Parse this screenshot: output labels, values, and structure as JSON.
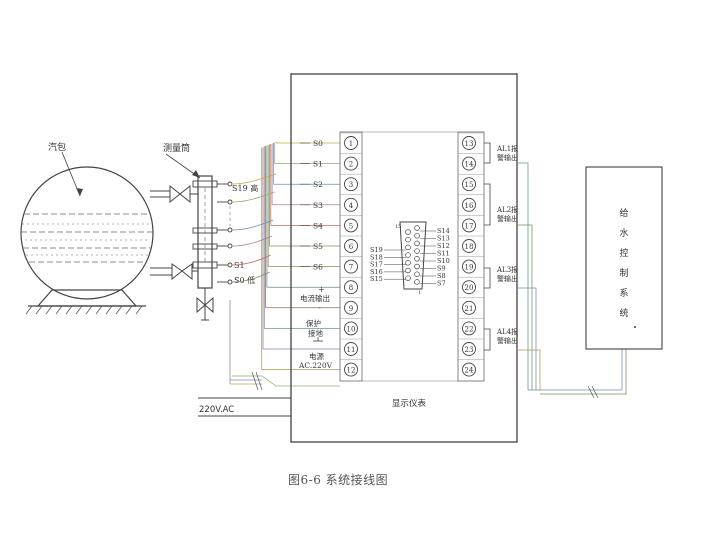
{
  "drum": {
    "label": "汽包"
  },
  "gauge": {
    "label": "测量筒",
    "s19_label": "S19 高",
    "s1_label": "S1",
    "s0_label": "S0 低"
  },
  "instrument": {
    "title": "显示仪表",
    "left_terminals": [
      "1",
      "2",
      "3",
      "4",
      "5",
      "6",
      "7",
      "8",
      "9",
      "10",
      "11",
      "12"
    ],
    "right_terminals": [
      "13",
      "14",
      "15",
      "16",
      "17",
      "18",
      "19",
      "20",
      "21",
      "22",
      "23",
      "24"
    ],
    "signal_labels": [
      "S0",
      "S1",
      "S2",
      "S3",
      "S4",
      "S5",
      "S6"
    ],
    "current_output_label": "电流输出",
    "plus_sign": "+",
    "minus_sign": "-",
    "protect_label_1": "保护",
    "protect_label_2": "接地",
    "power_label_1": "电源",
    "power_label_2": "AC.220V",
    "connector_left_labels": [
      "S19",
      "S18",
      "S17",
      "S16",
      "S15"
    ],
    "connector_right_labels": [
      "S14",
      "S13",
      "S12",
      "S11",
      "S10",
      "S9",
      "S8",
      "S7"
    ],
    "connector_pin_top": "15",
    "connector_pin_bottom": "1",
    "alarm_labels": [
      {
        "l1": "AL1报",
        "l2": "警输出"
      },
      {
        "l1": "AL2报",
        "l2": "警输出"
      },
      {
        "l1": "AL3报",
        "l2": "警输出"
      },
      {
        "l1": "AL4报",
        "l2": "警输出"
      }
    ]
  },
  "power_input": "220V.AC",
  "water_control": {
    "label_chars": [
      "给",
      "水",
      "控",
      "制",
      "系",
      "统"
    ]
  },
  "caption": "图6-6  系统接线图"
}
